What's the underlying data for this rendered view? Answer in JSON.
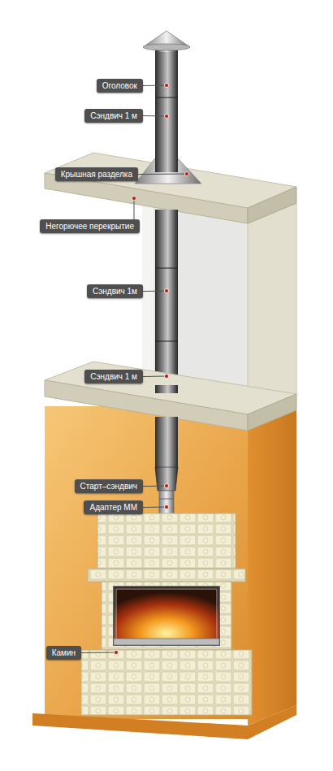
{
  "diagram": {
    "nodes": [
      {
        "text": [
          "Оголовок"
        ]
      },
      {
        "text": [
          "Сэндвич 1 м"
        ]
      },
      {
        "text": [
          "Крышная разделка"
        ]
      },
      {
        "text": [
          "Негорючее перекрытие"
        ]
      },
      {
        "text": [
          "Сэндвич 1м"
        ]
      },
      {
        "text": [
          "Сэндвич 1 м"
        ]
      },
      {
        "text": [
          "Старт–сэндвич"
        ]
      },
      {
        "text": [
          "Адаптер ММ"
        ]
      },
      {
        "text": [
          "Камин"
        ]
      }
    ]
  }
}
